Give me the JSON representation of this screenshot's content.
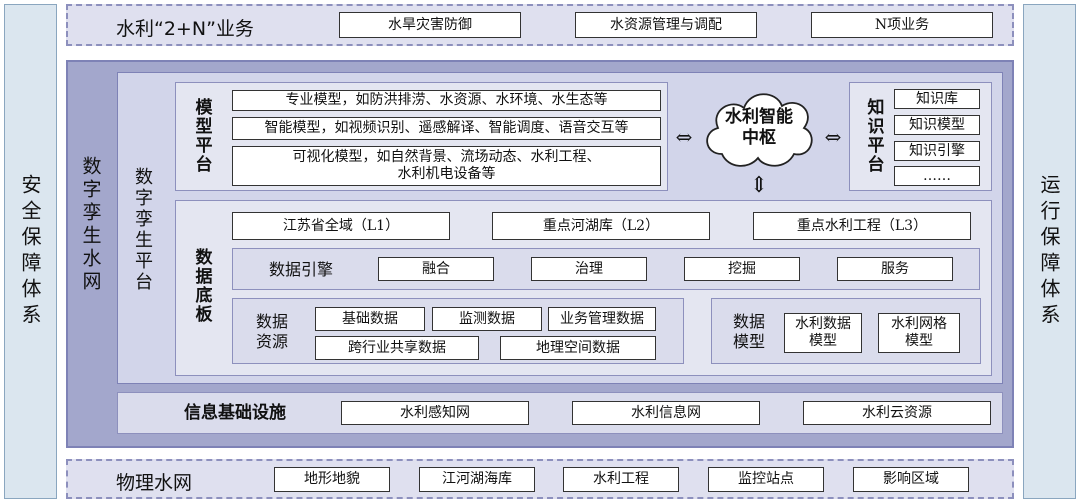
{
  "left_column": "安全保障体系",
  "right_column": "运行保障体系",
  "top_band": {
    "title": "水利“2+N”业务",
    "items": [
      "水旱灾害防御",
      "水资源管理与调配",
      "N项业务"
    ]
  },
  "main": {
    "outer_label": "数字孪生水网",
    "platform_label": "数字孪生平台",
    "model_platform": {
      "label": "模型平台",
      "rows": [
        "专业模型，如防洪排涝、水资源、水环境、水生态等",
        "智能模型，如视频识别、遥感解译、智能调度、语音交互等",
        "可视化模型，如自然背景、流场动态、水利工程、",
        "水利机电设备等"
      ]
    },
    "hub": {
      "line1": "水利智能",
      "line2": "中枢"
    },
    "arrows": {
      "left": "⇔",
      "right": "⇔",
      "down": "⇕"
    },
    "knowledge_platform": {
      "label": "知识平台",
      "items": [
        "知识库",
        "知识模型",
        "知识引擎",
        "……"
      ]
    },
    "data_base": {
      "label": "数据底板",
      "levels": [
        "江苏省全域（L1）",
        "重点河湖库（L2）",
        "重点水利工程（L3）"
      ],
      "engine": {
        "label": "数据引擎",
        "items": [
          "融合",
          "治理",
          "挖掘",
          "服务"
        ]
      },
      "resources": {
        "label1": "数据",
        "label2": "资源",
        "items": [
          "基础数据",
          "监测数据",
          "业务管理数据",
          "跨行业共享数据",
          "地理空间数据"
        ]
      },
      "models": {
        "label1": "数据",
        "label2": "模型",
        "item1": {
          "line1": "水利数据",
          "line2": "模型"
        },
        "item2": {
          "line1": "水利网格",
          "line2": "模型"
        }
      }
    },
    "infrastructure": {
      "title": "信息基础设施",
      "items": [
        "水利感知网",
        "水利信息网",
        "水利云资源"
      ]
    }
  },
  "bottom_band": {
    "title": "物理水网",
    "items": [
      "地形地貌",
      "江河湖海库",
      "水利工程",
      "监控站点",
      "影响区域"
    ]
  }
}
